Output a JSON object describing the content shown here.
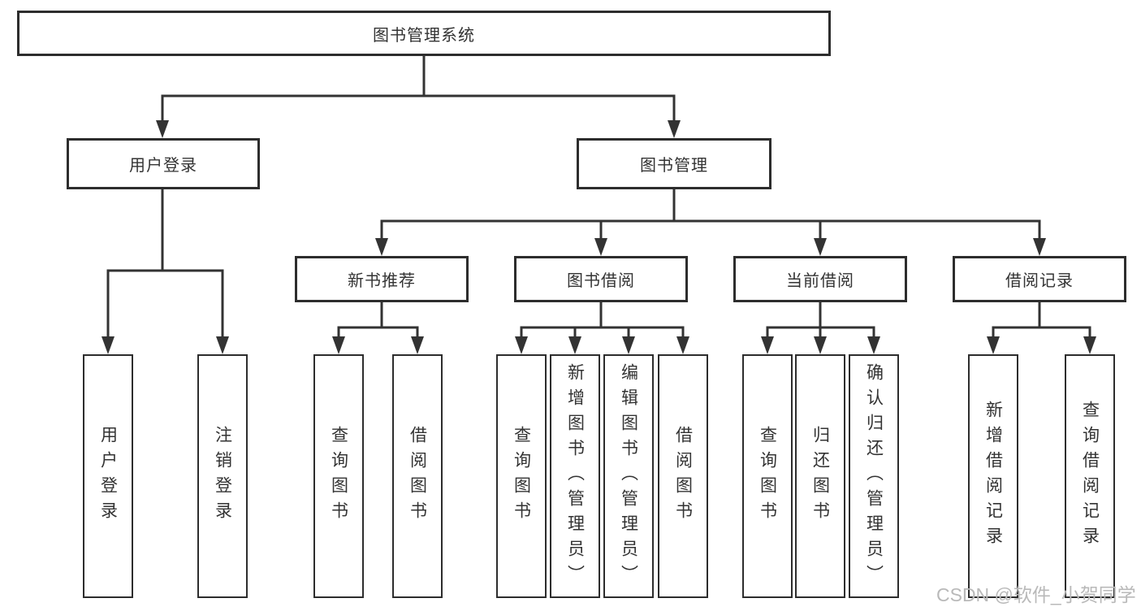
{
  "tree": {
    "label": "图书管理系统",
    "children": [
      {
        "label": "用户登录",
        "children": [
          {
            "label": "用户登录"
          },
          {
            "label": "注销登录"
          }
        ]
      },
      {
        "label": "图书管理",
        "children": [
          {
            "label": "新书推荐",
            "children": [
              {
                "label": "查询图书"
              },
              {
                "label": "借阅图书"
              }
            ]
          },
          {
            "label": "图书借阅",
            "children": [
              {
                "label": "查询图书"
              },
              {
                "label": "新增图书（管理员）"
              },
              {
                "label": "编辑图书（管理员）"
              },
              {
                "label": "借阅图书"
              }
            ]
          },
          {
            "label": "当前借阅",
            "children": [
              {
                "label": "查询图书"
              },
              {
                "label": "归还图书"
              },
              {
                "label": "确认归还（管理员）"
              }
            ]
          },
          {
            "label": "借阅记录",
            "children": [
              {
                "label": "新增借阅记录"
              },
              {
                "label": "查询借阅记录"
              }
            ]
          }
        ]
      }
    ]
  },
  "watermark": {
    "text": "CSDN @软件_小贺同学"
  },
  "colors": {
    "line": "#333333",
    "box_border": "#2d2d2d",
    "text": "#333333",
    "watermark": "#b9b9b9",
    "background": "#ffffff"
  }
}
